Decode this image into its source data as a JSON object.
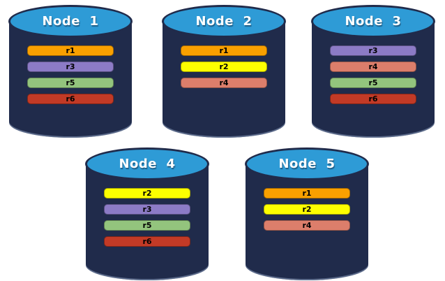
{
  "palette": {
    "background": "#FFFFFF",
    "body_navy": "#202B4B",
    "top_blue": "#2E9BD6",
    "title_color": "#FFFFFF",
    "bar_text_color": "#000000"
  },
  "replica_colors": {
    "r1": "#F9A000",
    "r2": "#FDFF00",
    "r3": "#8C7BC6",
    "r4": "#DC7E6B",
    "r5": "#93C47D",
    "r6": "#C23A26"
  },
  "nodes": [
    {
      "title": "Node  1",
      "replicas": [
        "r1",
        "r3",
        "r5",
        "r6"
      ]
    },
    {
      "title": "Node  2",
      "replicas": [
        "r1",
        "r2",
        "r4"
      ]
    },
    {
      "title": "Node  3",
      "replicas": [
        "r3",
        "r4",
        "r5",
        "r6"
      ]
    },
    {
      "title": "Node  4",
      "replicas": [
        "r2",
        "r3",
        "r5",
        "r6"
      ]
    },
    {
      "title": "Node  5",
      "replicas": [
        "r1",
        "r2",
        "r4"
      ]
    }
  ]
}
